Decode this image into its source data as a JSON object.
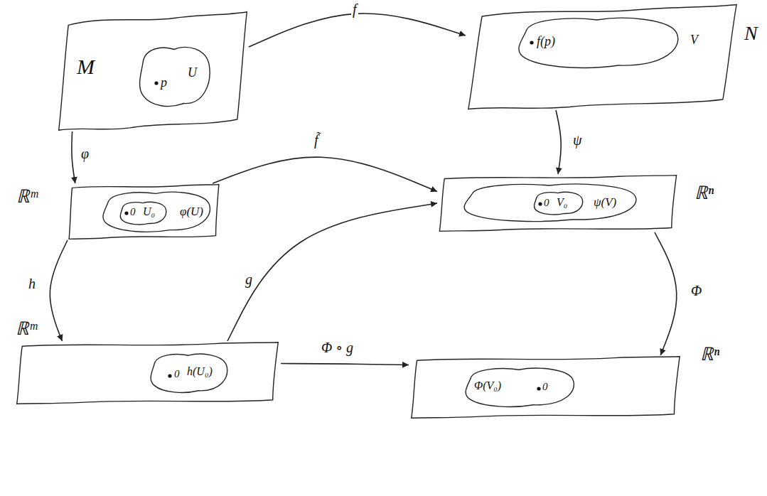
{
  "diagram": {
    "nodes": [
      {
        "text": [
          "M"
        ]
      },
      {
        "text": [
          "U",
          "p"
        ],
        "in": 0
      },
      {
        "text": [
          "N"
        ]
      },
      {
        "text": [
          "V",
          "f(p)"
        ],
        "in": 2
      },
      {
        "text": [
          "ℝᵐ"
        ]
      },
      {
        "text": [
          "φ(U)"
        ],
        "in": 4
      },
      {
        "text": [
          "0",
          "U₀"
        ],
        "in": 5
      },
      {
        "text": [
          "ℝⁿ"
        ]
      },
      {
        "text": [
          "ψ(V)"
        ],
        "in": 7
      },
      {
        "text": [
          "0",
          "V₀"
        ],
        "in": 8
      },
      {
        "text": [
          "ℝᵐ"
        ]
      },
      {
        "text": [
          "0",
          "h(U₀)"
        ],
        "in": 10
      },
      {
        "text": [
          "ℝⁿ"
        ]
      },
      {
        "text": [
          "Φ(V₀)",
          "0"
        ],
        "in": 12
      }
    ],
    "edges": [
      {
        "from": 0,
        "to": 2,
        "arrow": "to",
        "label": "f"
      },
      {
        "from": 0,
        "to": 4,
        "arrow": "to",
        "label": "φ"
      },
      {
        "from": 2,
        "to": 7,
        "arrow": "to",
        "label": "ψ"
      },
      {
        "from": 4,
        "to": 7,
        "arrow": "to",
        "label": "f̃"
      },
      {
        "from": 4,
        "to": 10,
        "arrow": "to",
        "label": "h"
      },
      {
        "from": 10,
        "to": 7,
        "arrow": "to",
        "label": "g"
      },
      {
        "from": 7,
        "to": 12,
        "arrow": "to",
        "label": "Φ"
      },
      {
        "from": 10,
        "to": 12,
        "arrow": "to",
        "label": "Φ ∘ g"
      }
    ]
  }
}
